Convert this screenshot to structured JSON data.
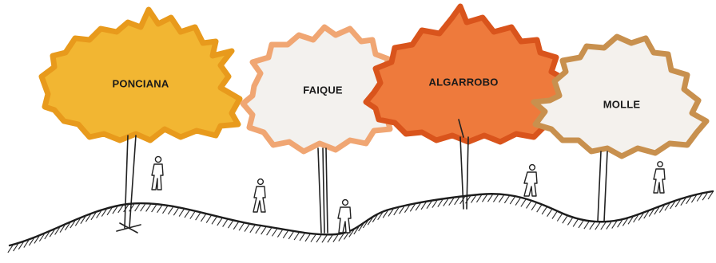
{
  "trees": [
    {
      "label": "PONCIANA",
      "fill": "#f2b632",
      "edge": "#e89a1c"
    },
    {
      "label": "FAIQUE",
      "fill": "#f3f1ee",
      "edge": "#f0a673"
    },
    {
      "label": "ALGARROBO",
      "fill": "#ee7a3c",
      "edge": "#d9541c"
    },
    {
      "label": "MOLLE",
      "fill": "#f4f1ed",
      "edge": "#c8904e"
    }
  ],
  "colors": {
    "ground": "#1c1c1c",
    "background": "#ffffff"
  }
}
